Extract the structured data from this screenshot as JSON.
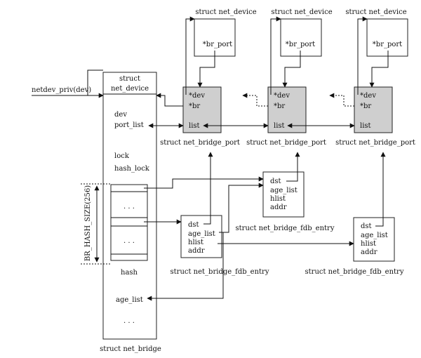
{
  "netdev_priv_label": "netdev_priv(dev)",
  "net_devices": [
    {
      "label": "struct net_device",
      "field": "*br_port"
    },
    {
      "label": "struct net_device",
      "field": "*br_port"
    },
    {
      "label": "struct net_device",
      "field": "*br_port"
    }
  ],
  "bridge_ports": [
    {
      "label": "struct net_bridge_port",
      "fields": [
        "*dev",
        "*br",
        "list"
      ]
    },
    {
      "label": "struct net_bridge_port",
      "fields": [
        "*dev",
        "*br",
        "list"
      ]
    },
    {
      "label": "struct net_bridge_port",
      "fields": [
        "*dev",
        "*br",
        "list"
      ]
    }
  ],
  "net_bridge": {
    "label": "struct net_bridge",
    "header_line1": "struct",
    "header_line2": "net_device",
    "fields": [
      "dev",
      "port_list",
      "lock",
      "hash_lock",
      "hash",
      "age_list"
    ],
    "ellipsis": ". . .",
    "hash_size_label": "BR_HASH_SIZE(256)"
  },
  "fdb_entries": [
    {
      "label": "struct net_bridge_fdb_entry",
      "fields": [
        "dst",
        "age_list",
        "hlist",
        "addr"
      ]
    },
    {
      "label": "struct net_bridge_fdb_entry",
      "fields": [
        "dst",
        "age_list",
        "hlist",
        "addr"
      ]
    },
    {
      "label": "struct net_bridge_fdb_entry",
      "fields": [
        "dst",
        "age_list",
        "hlist",
        "addr"
      ]
    }
  ]
}
